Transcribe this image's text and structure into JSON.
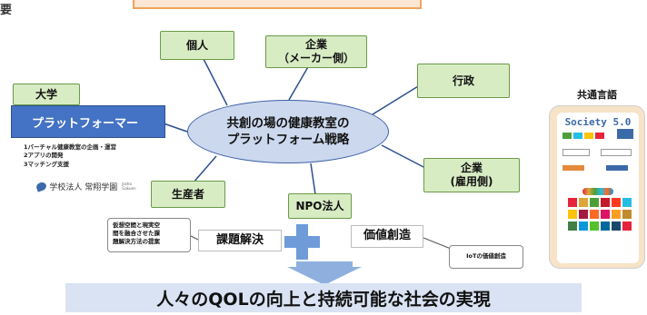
{
  "corner_text": "要",
  "actors": {
    "individual": "個人",
    "company_maker_line1": "企業",
    "company_maker_line2": "（メーカー側）",
    "government": "行政",
    "university": "大学",
    "company_employer_line1": "企業",
    "company_employer_line2": "(雇用側)",
    "producer": "生産者",
    "npo": "NPO法人"
  },
  "center": {
    "line1": "共創の場の健康教室の",
    "line2": "プラットフォーム戦略"
  },
  "platform": {
    "title": "プラットフォーマー",
    "items": [
      "1バーチャル健康教室の企画・運営",
      "2アプリの開発",
      "3マッチング支援"
    ],
    "school_name": "学校法人 常翔学園",
    "school_sub": "Josho Gakuen"
  },
  "solution": {
    "problem_label": "課題解決",
    "value_label": "価値創造",
    "problem_callout_lines": [
      "仮想空間と現実空",
      "間を融合させた課",
      "題解決方法の提案"
    ],
    "value_callout": "IoTの価値創造"
  },
  "bottom_banner": "人々のQOLの向上と持続可能な社会の実現",
  "common_language": {
    "title": "共通言語",
    "society_label": "Society 5.0"
  },
  "colors": {
    "actor_fill": "#d8ecc4",
    "actor_border": "#6a9a49",
    "center_fill": "#ccd8ee",
    "center_border": "#3f60a8",
    "platform_fill": "#4472c4",
    "bottom_fill": "#d9e3f3",
    "phone_fill": "#f7e3c8",
    "banner_fill": "#fbe7d3",
    "banner_border": "#f1a35b",
    "plus_fill": "#6f9bd8"
  }
}
